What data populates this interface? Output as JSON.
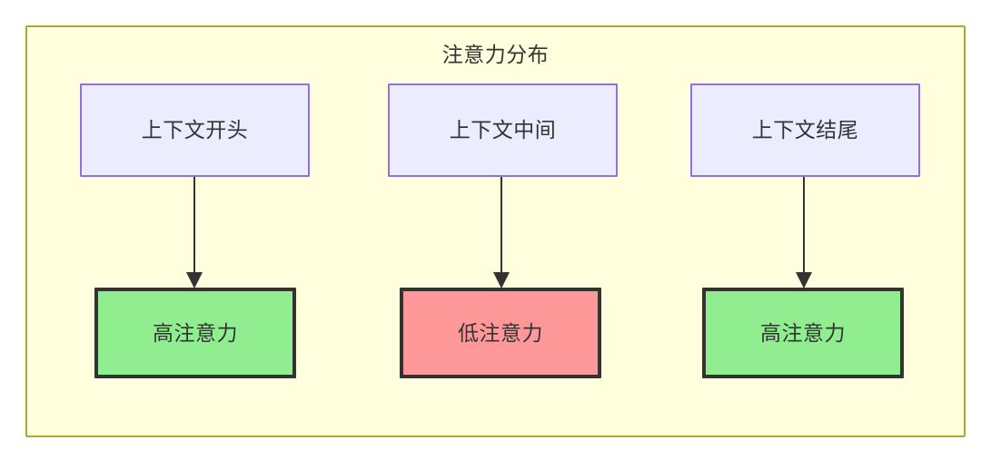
{
  "diagram": {
    "title": "注意力分布",
    "type": "flowchart",
    "colors": {
      "container_fill": "#ffffde",
      "container_border": "#aaaa33",
      "source_fill": "#ececff",
      "source_border": "#9370db",
      "high_fill": "#90ee90",
      "low_fill": "#ff9999",
      "node_border": "#333333",
      "text": "#333333",
      "edge": "#333333"
    },
    "columns": [
      {
        "id": "col-1",
        "source": {
          "label": "上下文开头"
        },
        "outcome": {
          "label": "高注意力",
          "level": "high"
        },
        "edge": {
          "arrow": "down"
        }
      },
      {
        "id": "col-2",
        "source": {
          "label": "上下文中间"
        },
        "outcome": {
          "label": "低注意力",
          "level": "low"
        },
        "edge": {
          "arrow": "down"
        }
      },
      {
        "id": "col-3",
        "source": {
          "label": "上下文结尾"
        },
        "outcome": {
          "label": "高注意力",
          "level": "high"
        },
        "edge": {
          "arrow": "down"
        }
      }
    ]
  }
}
